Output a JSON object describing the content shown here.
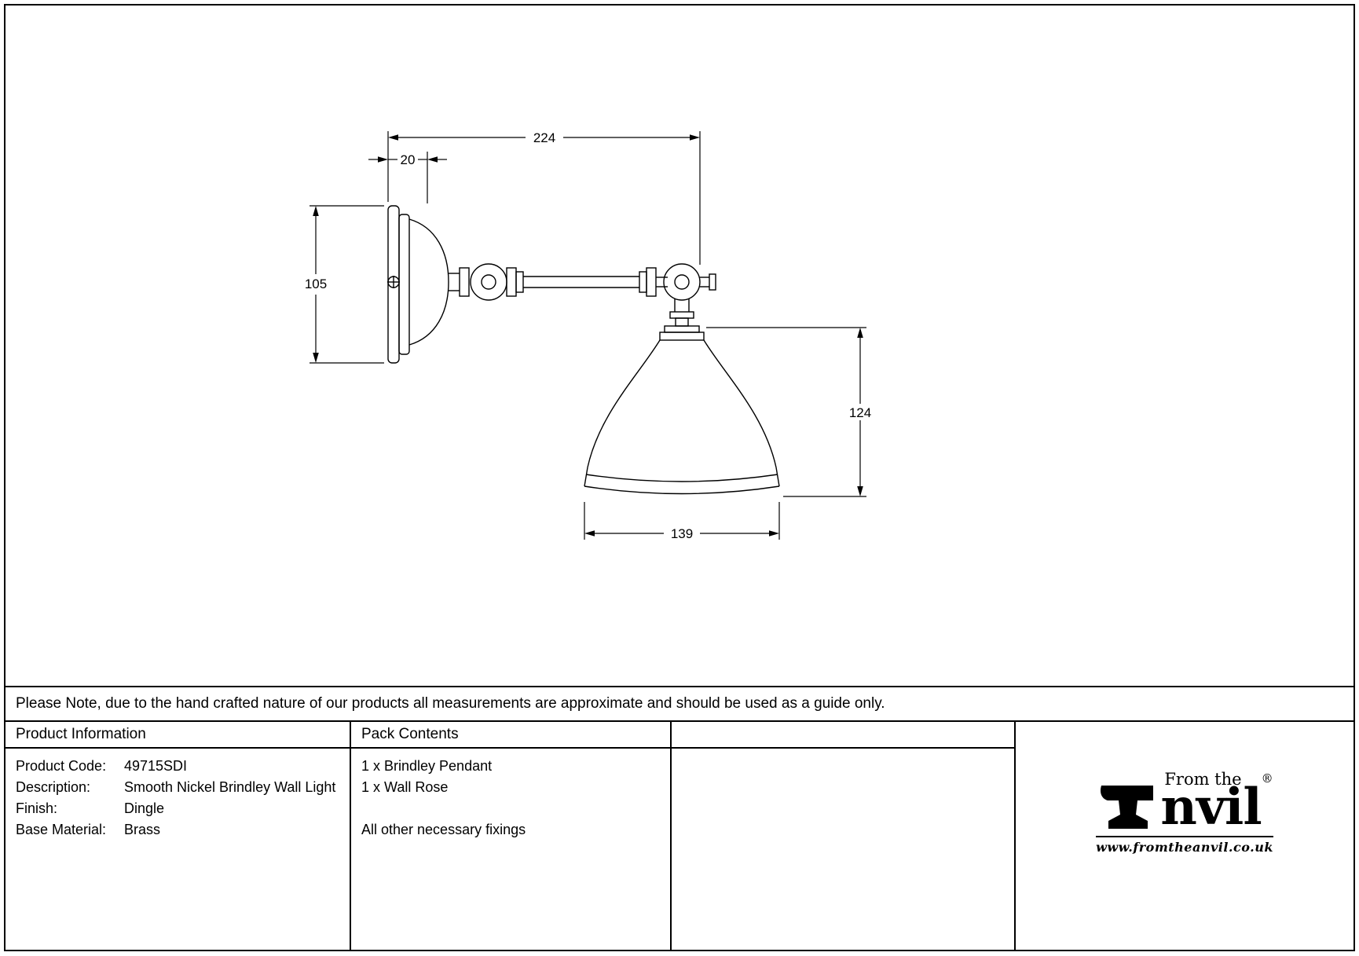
{
  "colors": {
    "ink": "#000000",
    "paper": "#ffffff"
  },
  "note": "Please Note, due to the hand crafted nature of our products all measurements are approximate and should be used as a guide only.",
  "drawing": {
    "subject": "Brindley wall light side elevation with wall rose, articulated arm and bell shade",
    "dimensions": {
      "projection": "224",
      "rose_depth": "20",
      "rose_diameter": "105",
      "shade_height": "124",
      "shade_diameter": "139"
    }
  },
  "table": {
    "product_information": {
      "header": "Product Information",
      "rows": [
        {
          "label": "Product Code:",
          "value": "49715SDI"
        },
        {
          "label": "Description:",
          "value": "Smooth Nickel Brindley Wall Light"
        },
        {
          "label": "Finish:",
          "value": "Dingle"
        },
        {
          "label": "Base Material:",
          "value": "Brass"
        }
      ]
    },
    "pack_contents": {
      "header": "Pack Contents",
      "items": [
        "1 x Brindley Pendant",
        "1 x Wall Rose"
      ],
      "footer": "All other necessary fixings"
    }
  },
  "logo": {
    "tagline": "From the",
    "name": "Anvil",
    "name_display": "nvil",
    "registered": "®",
    "website": "www.fromtheanvil.co.uk"
  }
}
